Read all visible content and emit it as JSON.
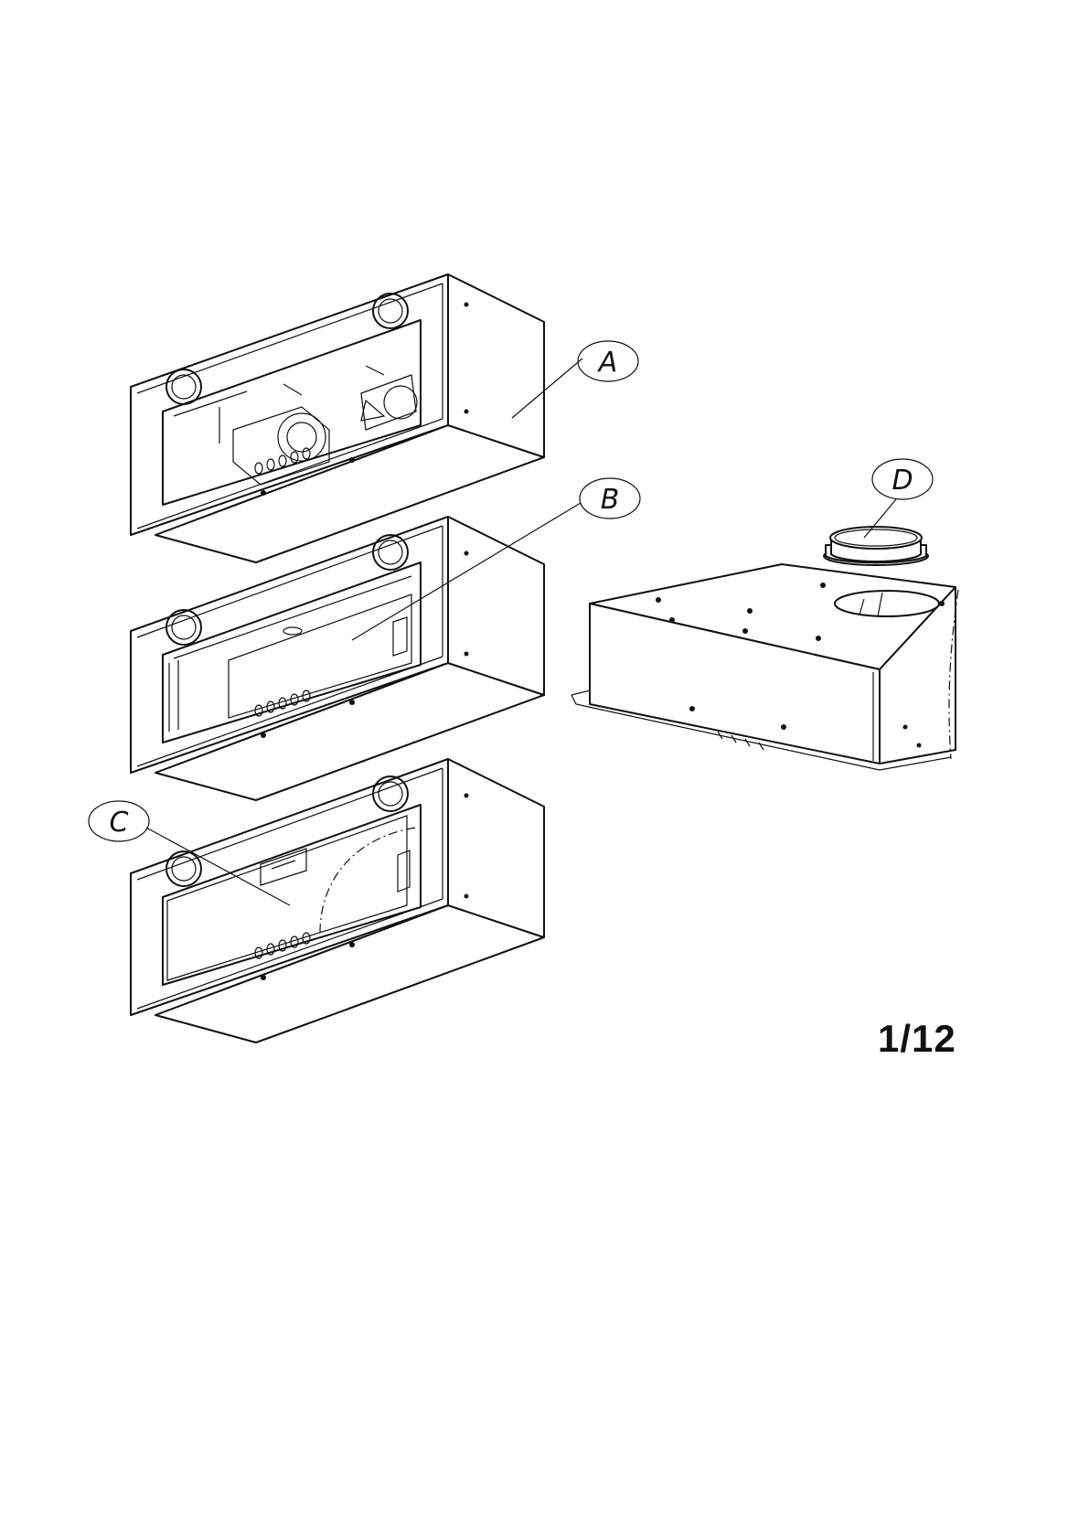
{
  "page": {
    "number": "1/12"
  },
  "callouts": {
    "a": "A",
    "b": "B",
    "c": "C",
    "d": "D"
  },
  "colors": {
    "ink": "#111111",
    "paper": "#ffffff"
  }
}
